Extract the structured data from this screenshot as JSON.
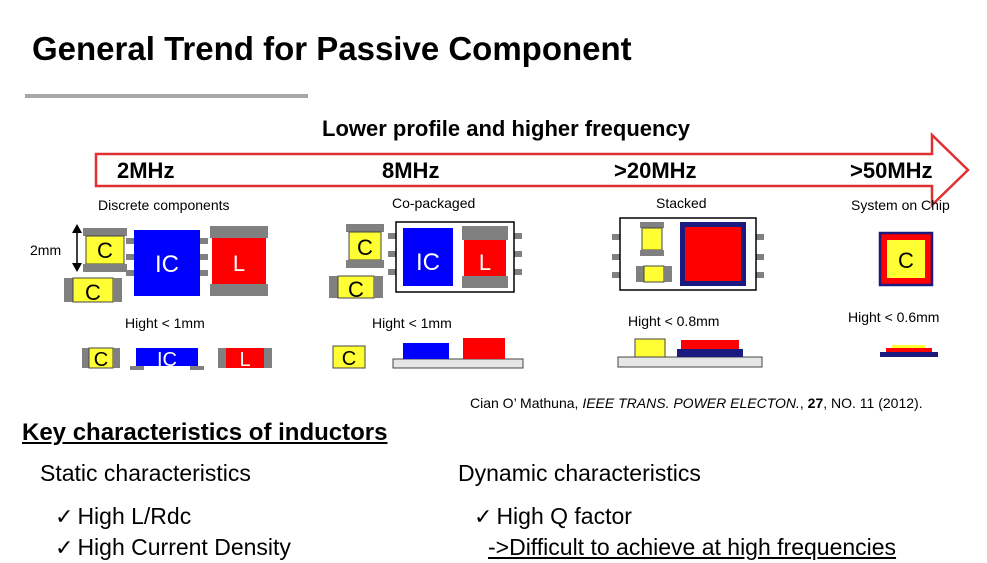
{
  "title": "General Trend for Passive Component",
  "arrow_label": "Lower profile and higher frequency",
  "frequencies": [
    "2MHz",
    "8MHz",
    ">20MHz",
    ">50MHz"
  ],
  "stages": [
    "Discrete components",
    "Co-packaged",
    "Stacked",
    "System on Chip"
  ],
  "dimension_label": "2mm",
  "heights": [
    "Hight < 1mm",
    "Hight < 1mm",
    "Hight < 0.8mm",
    "Hight < 0.6mm"
  ],
  "component_labels": {
    "capacitor": "C",
    "ic": "IC",
    "inductor": "L"
  },
  "citation": {
    "author": "Cian O’ Mathuna, ",
    "journal": "IEEE TRANS. POWER ELECTON.",
    "sep": ", ",
    "volume": "27",
    "rest": ", NO. 11 (2012)."
  },
  "key_heading": "Key characteristics of inductors",
  "static": {
    "heading": "Static characteristics",
    "items": [
      "High L/Rdc",
      "High Current Density"
    ]
  },
  "dynamic": {
    "heading": "Dynamic characteristics",
    "items": [
      "High Q factor"
    ],
    "note": "->Difficult to achieve at high frequencies"
  },
  "check_symbol": "✓",
  "colors": {
    "capacitor": "#ffff33",
    "ic": "#0000ff",
    "inductor": "#ff0000",
    "terminal": "#808080",
    "arrow": "#e03030",
    "rule": "#a6a6a6",
    "substrate": "#e6e6e6"
  }
}
